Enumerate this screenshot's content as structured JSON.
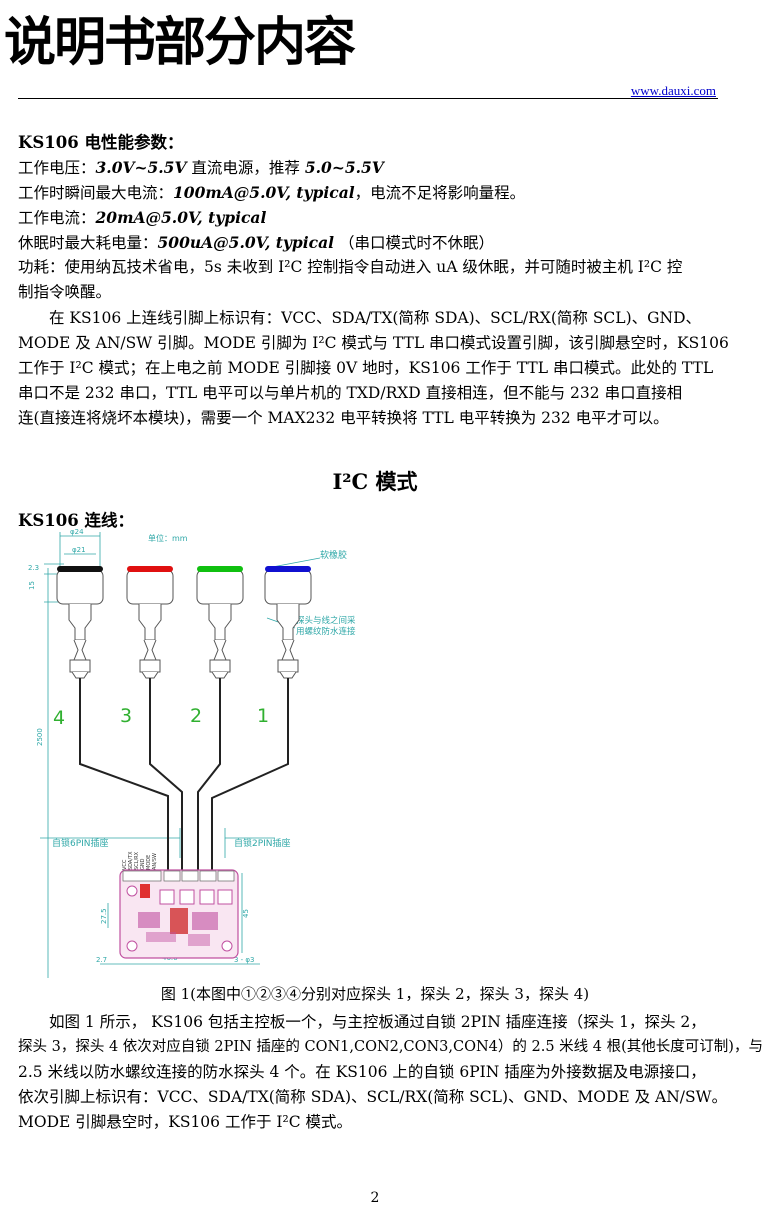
{
  "header": {
    "title": "说明书部分内容",
    "website": "www.dauxi.com"
  },
  "electrical": {
    "heading": "KS106 电性能参数：",
    "voltage_label": "工作电压：",
    "voltage_value": "3.0V~5.5V",
    "voltage_mid": " 直流电源，推荐 ",
    "voltage_rec": "5.0~5.5V",
    "peak_label": "工作时瞬间最大电流：",
    "peak_value": "100mA@5.0V, typical",
    "peak_note": "，电流不足将影响量程。",
    "current_label": "工作电流：",
    "current_value": "20mA@5.0V, typical",
    "sleep_label": "休眠时最大耗电量：",
    "sleep_value": "500uA@5.0V, typical",
    "sleep_note": "  （串口模式时不休眠）",
    "power_line1": "功耗：使用纳瓦技术省电，5s 未收到 I²C 控制指令自动进入 uA 级休眠，并可随时被主机 I²C 控",
    "power_line2": "制指令唤醒。"
  },
  "pins_paragraph": [
    "　　在 KS106 上连线引脚上标识有：VCC、SDA/TX(简称 SDA)、SCL/RX(简称 SCL)、GND、",
    "MODE 及 AN/SW 引脚。MODE 引脚为 I²C 模式与 TTL 串口模式设置引脚，该引脚悬空时，KS106",
    "工作于 I²C 模式；在上电之前 MODE 引脚接 0V 地时，KS106 工作于 TTL 串口模式。此处的 TTL",
    "串口不是 232 串口，TTL 电平可以与单片机的 TXD/RXD 直接相连，但不能与 232 串口直接相",
    "连(直接连将烧坏本模块)，需要一个 MAX232 电平转换将 TTL 电平转换为 232 电平才可以。"
  ],
  "mode_heading": "I²C 模式",
  "wiring_heading": "KS106 连线：",
  "figure": {
    "unit_label": "单位：mm",
    "dim_top_outer": "φ24",
    "dim_top_inner": "φ21",
    "dim_left_small": "2.3",
    "dim_left_mid": "15",
    "dim_cable": "2500",
    "dim_board_h": "27.5",
    "dim_board_h2": "45",
    "dim_board_w": "46.6",
    "dim_bottom_left": "2.7",
    "dim_bottom_right": "3 - φ3",
    "rubber_label": "软橡胶",
    "probe_note_1": "探头与线之间采",
    "probe_note_2": "用螺纹防水连接",
    "probe_numbers": [
      "4",
      "3",
      "2",
      "1"
    ],
    "socket6_label": "自锁6PIN插座",
    "socket2_label": "自锁2PIN插座",
    "pin_labels": [
      "VCC",
      "SDA/TX",
      "SCL/RX",
      "GND",
      "MODE",
      "AN/SW"
    ],
    "cap_colors": [
      "#111111",
      "#e01010",
      "#10c010",
      "#1010d0"
    ],
    "number_color": "#30b030"
  },
  "caption": "图 1(本图中①②③④分别对应探头 1，探头 2，探头 3，探头 4)",
  "desc_paragraph": [
    "　　如图 1 所示， KS106 包括主控板一个，与主控板通过自锁 2PIN 插座连接（探头 1，探头 2，",
    "探头 3，探头 4 依次对应自锁 2PIN 插座的 CON1,CON2,CON3,CON4）的 2.5 米线 4 根(其他长度可订制)，与",
    "2.5 米线以防水螺纹连接的防水探头 4 个。在 KS106 上的自锁 6PIN 插座为外接数据及电源接口，",
    "依次引脚上标识有：VCC、SDA/TX(简称 SDA)、SCL/RX(简称 SCL)、GND、MODE 及 AN/SW。",
    "MODE 引脚悬空时，KS106 工作于 I²C 模式。"
  ],
  "page_number": "2"
}
